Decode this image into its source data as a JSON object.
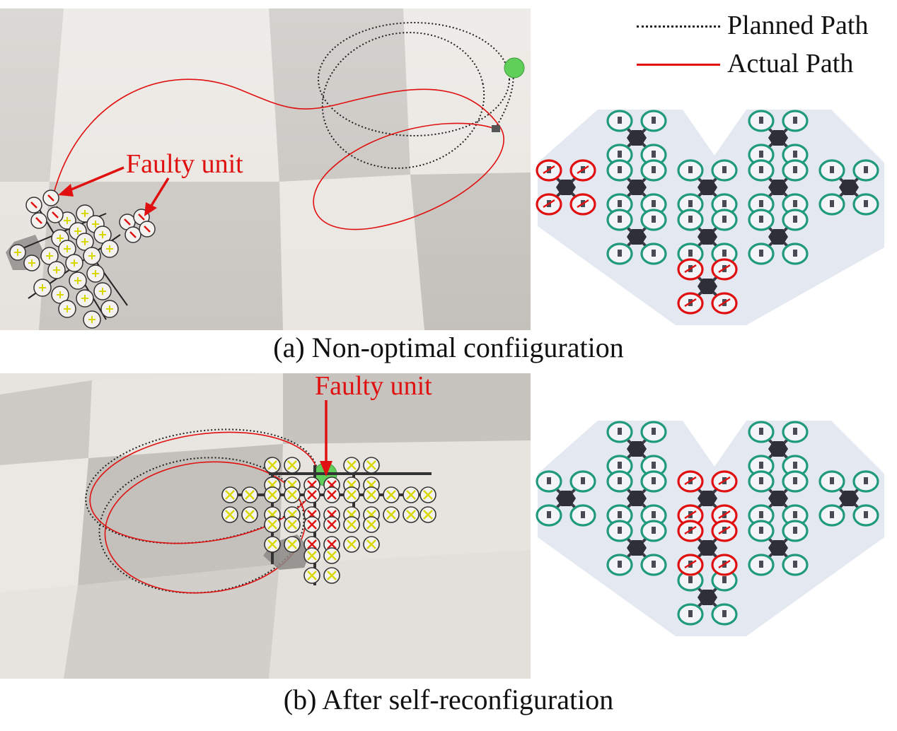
{
  "legend": {
    "planned_label": "Planned Path",
    "actual_label": "Actual Path"
  },
  "panel_a": {
    "caption": "(a) Non-optimal confiiguration",
    "fault_label": "Faulty unit"
  },
  "panel_b": {
    "caption": "(b) After self-reconfiguration",
    "fault_label": "Faulty unit"
  },
  "colors": {
    "fault": "#e01010",
    "healthy_rotor": "#1f9a7c",
    "target": "#5fcf5a",
    "floor_light": "#ece9e4",
    "floor_dark": "#c9c6c1",
    "schematic_bg": "#e4e9f1"
  },
  "schematic_a": {
    "faulty_units": [
      "left-wing",
      "bottom-tip"
    ]
  },
  "schematic_b": {
    "faulty_units": [
      "center-column-upper",
      "center-column-lower"
    ]
  }
}
